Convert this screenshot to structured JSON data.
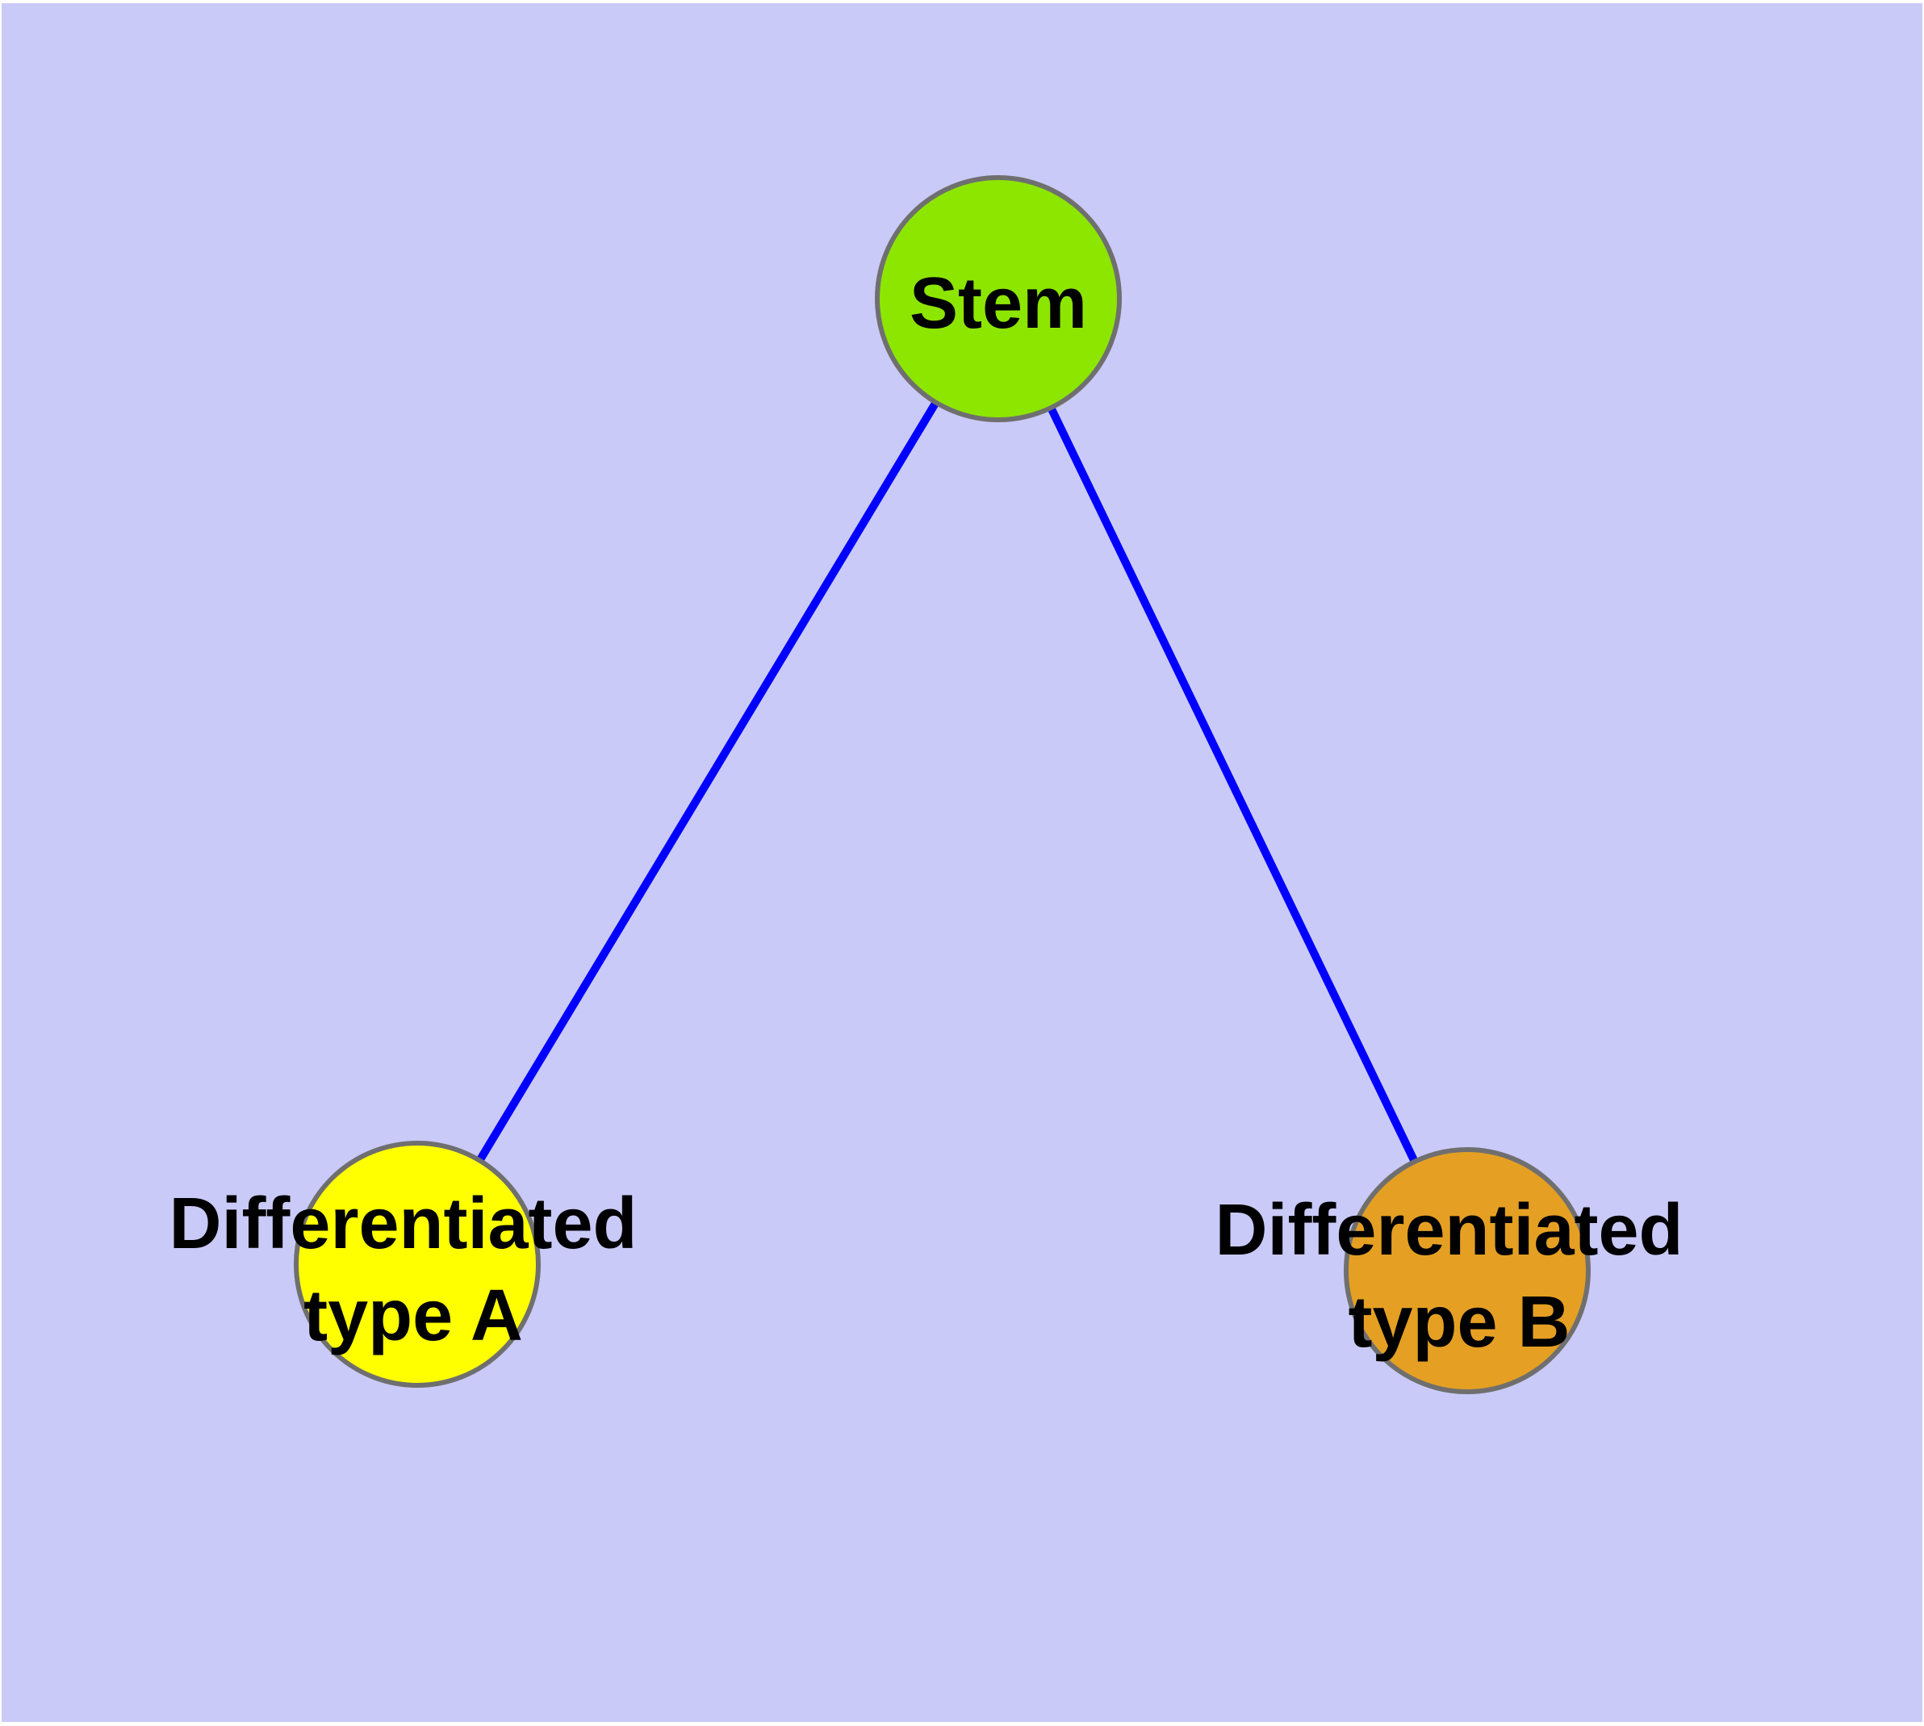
{
  "diagram": {
    "background_color": "#CACAF8",
    "frame_color": "#FFFFFF",
    "edge_color": "#0000FF",
    "node_border_color": "#6F6F6F",
    "label_color": "#000000",
    "nodes": [
      {
        "id": "stem",
        "label": "Stem",
        "line1": "Stem",
        "line2": "",
        "fill": "#8DE600"
      },
      {
        "id": "differentiated-type-a",
        "label": "Differentiated type A",
        "line1": "Differentiated",
        "line2": "type A",
        "fill": "#FFFF00"
      },
      {
        "id": "differentiated-type-b",
        "label": "Differentiated type B",
        "line1": "Differentiated",
        "line2": "type B",
        "fill": "#E5A023"
      }
    ],
    "edges": [
      {
        "from": "stem",
        "to": "differentiated-type-a"
      },
      {
        "from": "stem",
        "to": "differentiated-type-b"
      }
    ]
  }
}
